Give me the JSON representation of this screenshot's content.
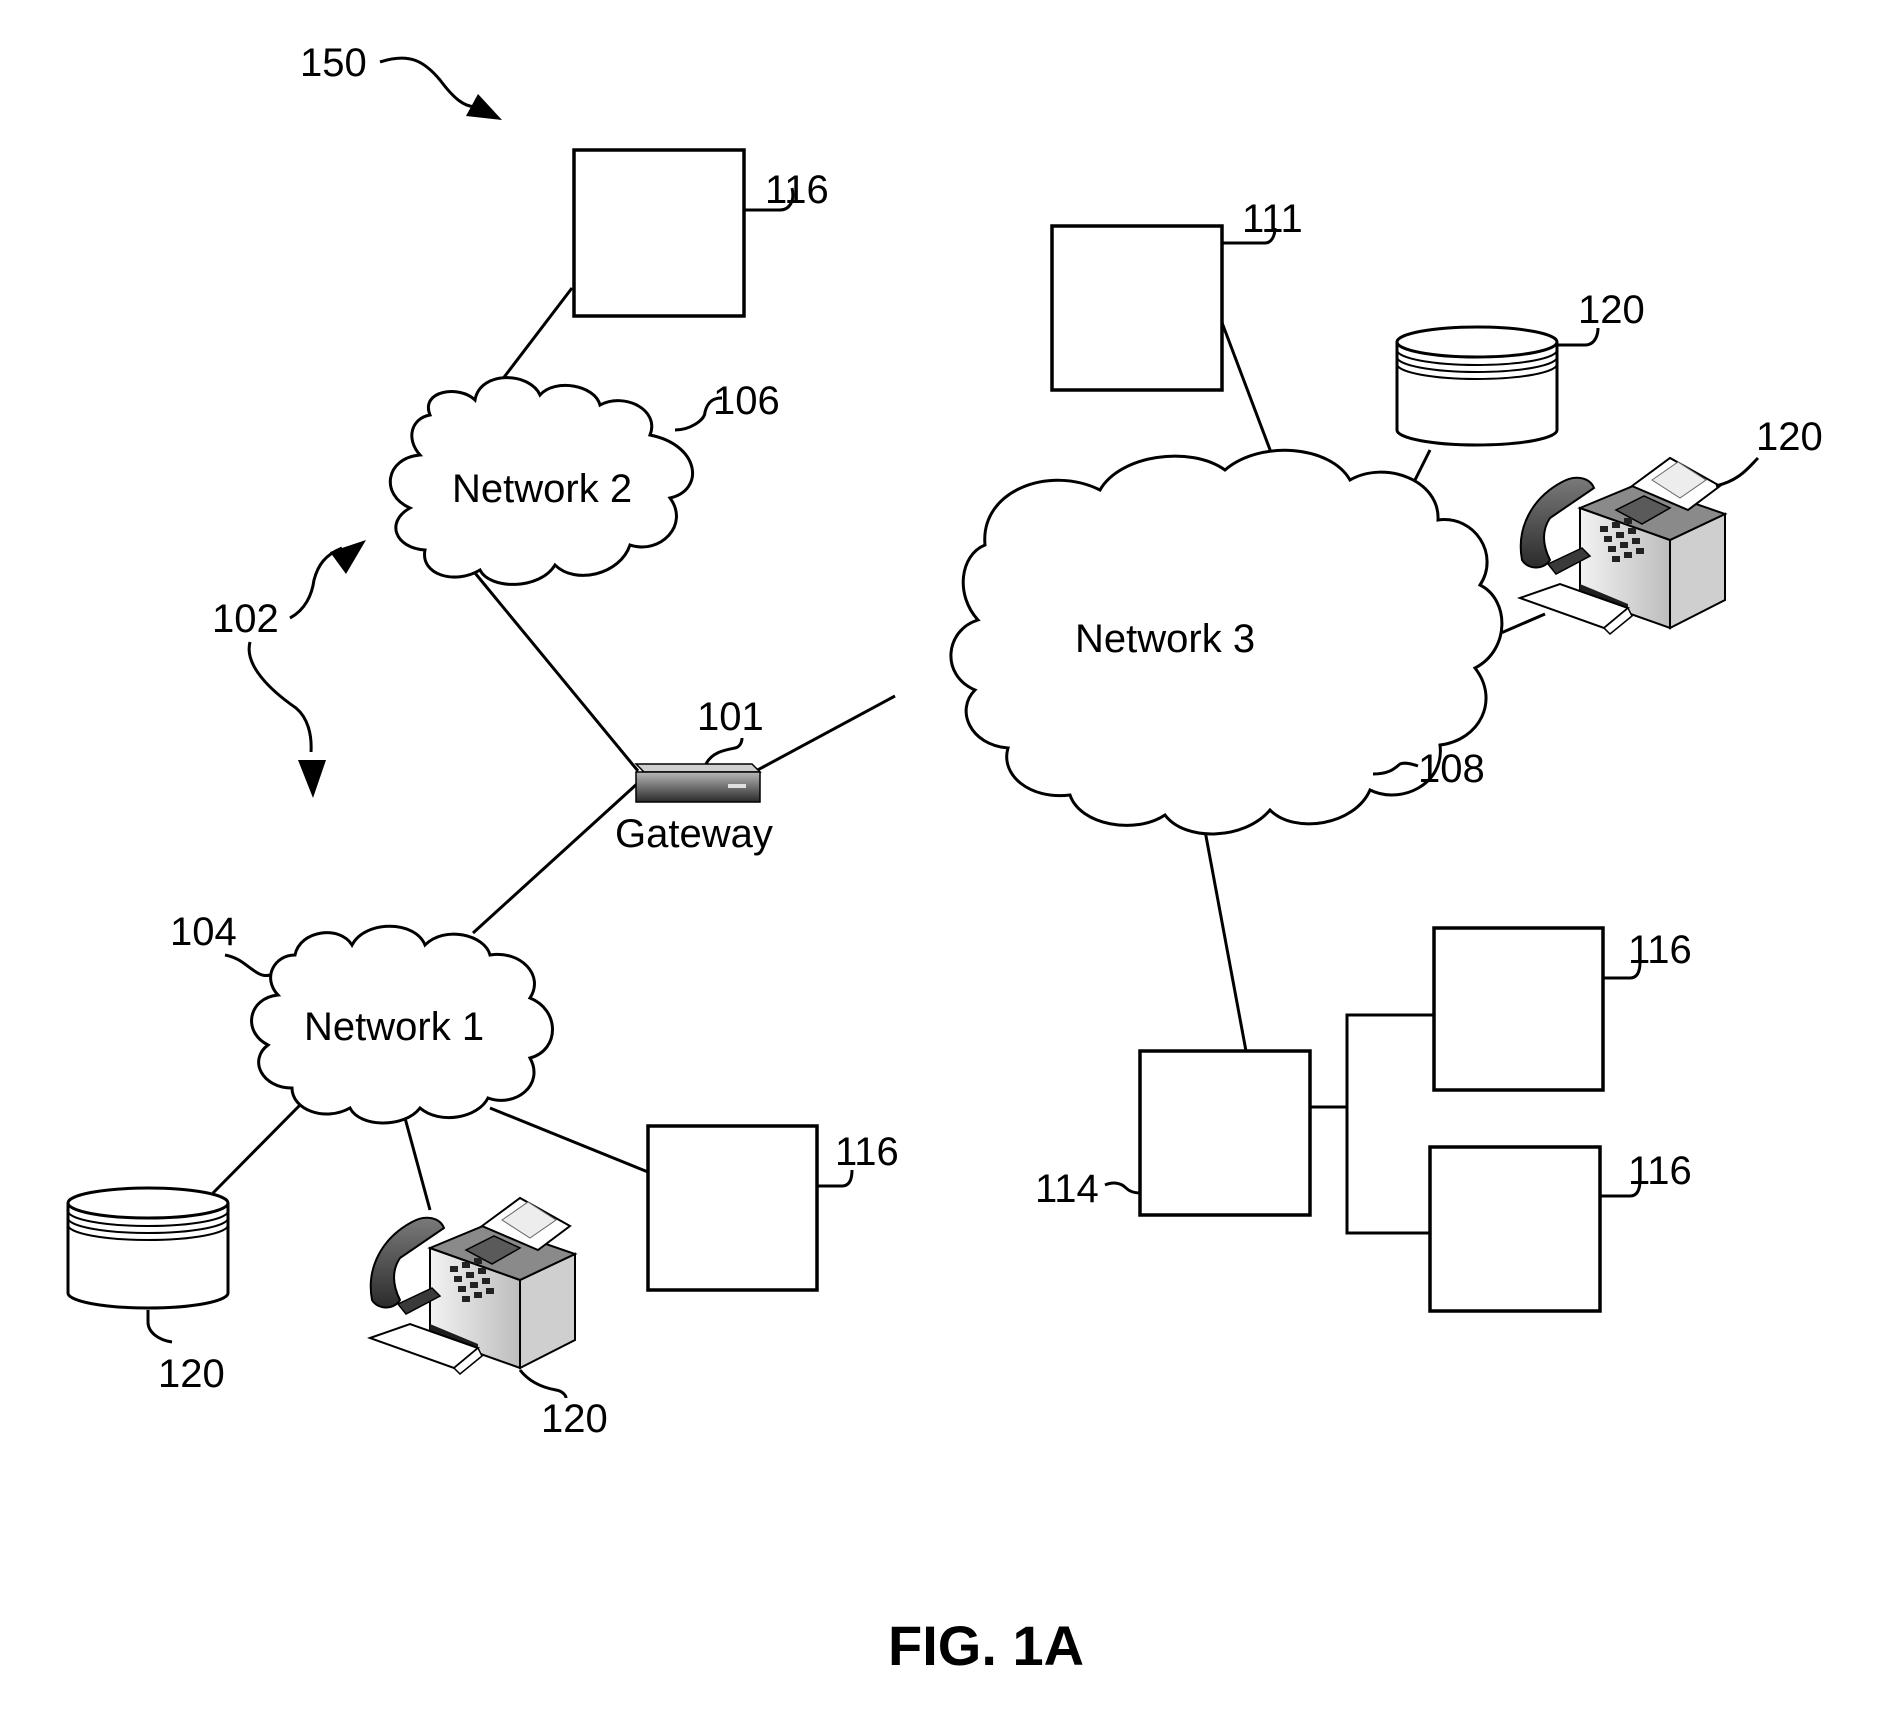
{
  "figure": {
    "caption": "FIG. 1A",
    "refs": {
      "r150": "150",
      "r102": "102",
      "r101": "101",
      "r104": "104",
      "r106": "106",
      "r108": "108",
      "r111": "111",
      "r114": "114",
      "r116_top": "116",
      "r116_net1": "116",
      "r116_right_top": "116",
      "r116_right_bottom": "116",
      "r120_db_right": "120",
      "r120_fax_right": "120",
      "r120_db_left": "120",
      "r120_fax_left": "120"
    }
  },
  "networks": {
    "network1": "Network 1",
    "network2": "Network 2",
    "network3": "Network 3"
  },
  "gateway": {
    "label": "Gateway"
  }
}
